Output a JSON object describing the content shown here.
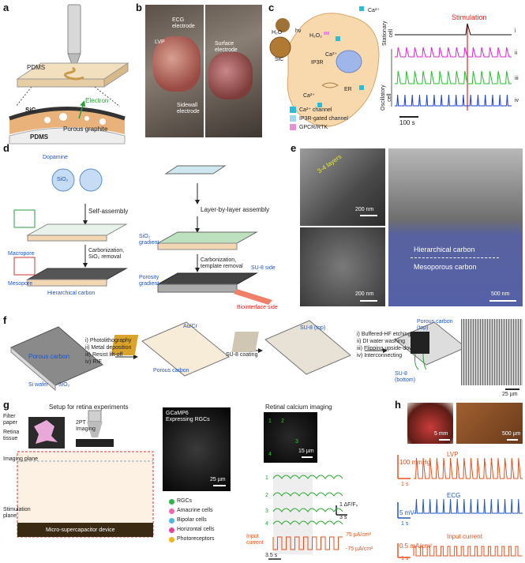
{
  "panels": {
    "a": "a",
    "b": "b",
    "c": "c",
    "d": "d",
    "e": "e",
    "f": "f",
    "g": "g",
    "h": "h"
  },
  "a": {
    "pdms_top": "PDMS",
    "electron": "Electron",
    "sic": "SiC",
    "porous_graphite": "Porous graphite",
    "pdms_bottom": "PDMS"
  },
  "b": {
    "lvp": "LVP",
    "ecg": "ECG\nelectrode",
    "surface": "Surface\nelectrode",
    "sidewall": "Sidewall\nelectrode"
  },
  "c": {
    "hv": "hν",
    "h2o2": "H₂O₂",
    "h2o": "H₂O",
    "sic": "SiC",
    "ip3r": "IP3R",
    "ca_cyto": "Ca²⁺",
    "ca_top": "Ca²⁺",
    "er": "ER",
    "ca_left": "Ca²⁺",
    "legend": [
      "Ca²⁺ channel",
      "IP3R-gated channel",
      "GPCR/RTK"
    ],
    "stimulation": "Stimulation",
    "stationary": "Stationary\ncell",
    "oscillatory": "Oscillatory\ncell",
    "trace_ids": [
      "i",
      "ii",
      "iii",
      "iv"
    ],
    "scale": "100 s",
    "colors": {
      "i": "#111111",
      "ii": "#e020d8",
      "iii": "#22c02a",
      "iv": "#1c3fd8",
      "stim": "#e8201c"
    }
  },
  "d": {
    "dopamine": "Dopamine",
    "sio2": "SiO₂",
    "self_assembly": "Self-assembly",
    "carbonization1": "Carbonization,\nSiO₂ removal",
    "macropore": "Macropore",
    "mesopore": "Mesopore",
    "hierarchical": "Hierarchical carbon",
    "lbl": "Layer-by-layer assembly",
    "sio2_gradient": "SiO₂\ngradient",
    "carbonization2": "Carbonization,\ntemplate removal",
    "su8_side": "SU-8 side",
    "porosity": "Porosity\ngradient",
    "biointerface": "Biointerface side"
  },
  "e": {
    "layers": "3-4 layers",
    "sb1": "200 nm",
    "sb2": "200 nm",
    "hier": "Hierarchical carbon",
    "meso": "Mesoporous carbon",
    "sb3": "500 nm"
  },
  "f": {
    "porous_carbon": "Porous carbon",
    "si_wafer": "Si wafer",
    "sio2": "SiO₂",
    "steps1": [
      "i) Photolithography",
      "ii) Metal deposition",
      "iii) Resist lift-off",
      "iv) RIE"
    ],
    "aucr": "Au/Cr",
    "porous_carbon2": "Porous carbon",
    "su8_coating": "SU-8 coating",
    "su8_top": "SU-8 (top)",
    "steps2": [
      "i) Buffered-HF etching",
      "ii) DI water washing",
      "iii) Flipping upside-down",
      "iv) Interconnecting"
    ],
    "porous_carbon3": "Porous carbon\n(top)",
    "su8_bottom": "SU-8\n(bottom)",
    "sb": "25 µm"
  },
  "g": {
    "setup": "Setup for retina experiments",
    "filter_paper": "Filter\npaper",
    "retina": "Retina\ntissue",
    "imaging": "2PT\nImaging",
    "imaging_plane": "Imaging plane",
    "stim_plane": "Stimulation\nplane",
    "device": "Micro-supercapacitor device",
    "gcamp": "GCaMP6\nExpressing RGCs",
    "sb1": "25 µm",
    "legend": [
      {
        "label": "RGCs",
        "color": "#2fb34a"
      },
      {
        "label": "Amacrine cells",
        "color": "#f06aa8"
      },
      {
        "label": "Bipolar cells",
        "color": "#4fb7e6"
      },
      {
        "label": "Horizontal cells",
        "color": "#e0489a"
      },
      {
        "label": "Photoreceptors",
        "color": "#f3b41e"
      }
    ],
    "ca_title": "Retinal calcium imaging",
    "cell_ids": [
      "1",
      "2",
      "3",
      "4"
    ],
    "sb2": "15 µm",
    "trace_ids": [
      "1",
      "2",
      "3",
      "4"
    ],
    "dff": "1 ΔF/F₀",
    "tscale": "3 s",
    "input": "Input\ncurrent",
    "plus": "75 µA/cm²",
    "minus": "-75 µA/cm²",
    "tbar": "3.5 s"
  },
  "h": {
    "sb1": "5 mm",
    "sb2": "500 µm",
    "lvp": "LVP",
    "lvp_scale": "100 mmHg",
    "t1": "1 s",
    "ecg": "ECG",
    "ecg_scale": "5 mV",
    "t2": "1 s",
    "input": "Input current",
    "input_scale": "0.5 mA/cm²",
    "t3": "1 s"
  }
}
